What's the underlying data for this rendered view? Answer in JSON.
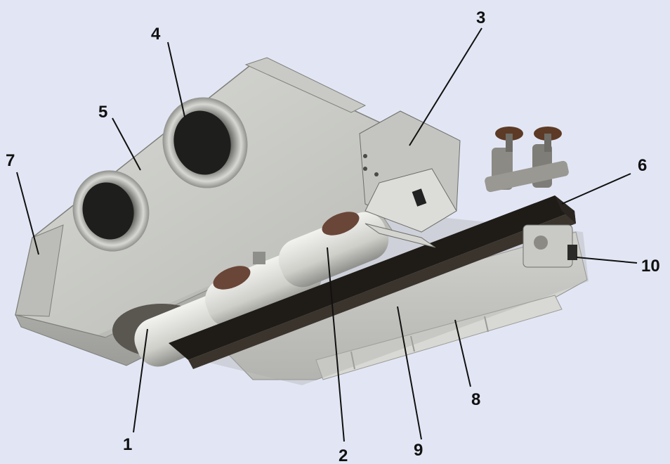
{
  "colors": {
    "background": "#e2e6f4",
    "sheet_metal_light": "#cfd0cb",
    "sheet_metal_dark": "#8e8f8a",
    "bracket_black": "#1f1c18",
    "label_ink": "#111111"
  },
  "callouts": [
    {
      "id": "1",
      "label": "1"
    },
    {
      "id": "2",
      "label": "2"
    },
    {
      "id": "3",
      "label": "3"
    },
    {
      "id": "4",
      "label": "4"
    },
    {
      "id": "5",
      "label": "5"
    },
    {
      "id": "6",
      "label": "6"
    },
    {
      "id": "7",
      "label": "7"
    },
    {
      "id": "8",
      "label": "8"
    },
    {
      "id": "9",
      "label": "9"
    },
    {
      "id": "10",
      "label": "10"
    }
  ]
}
